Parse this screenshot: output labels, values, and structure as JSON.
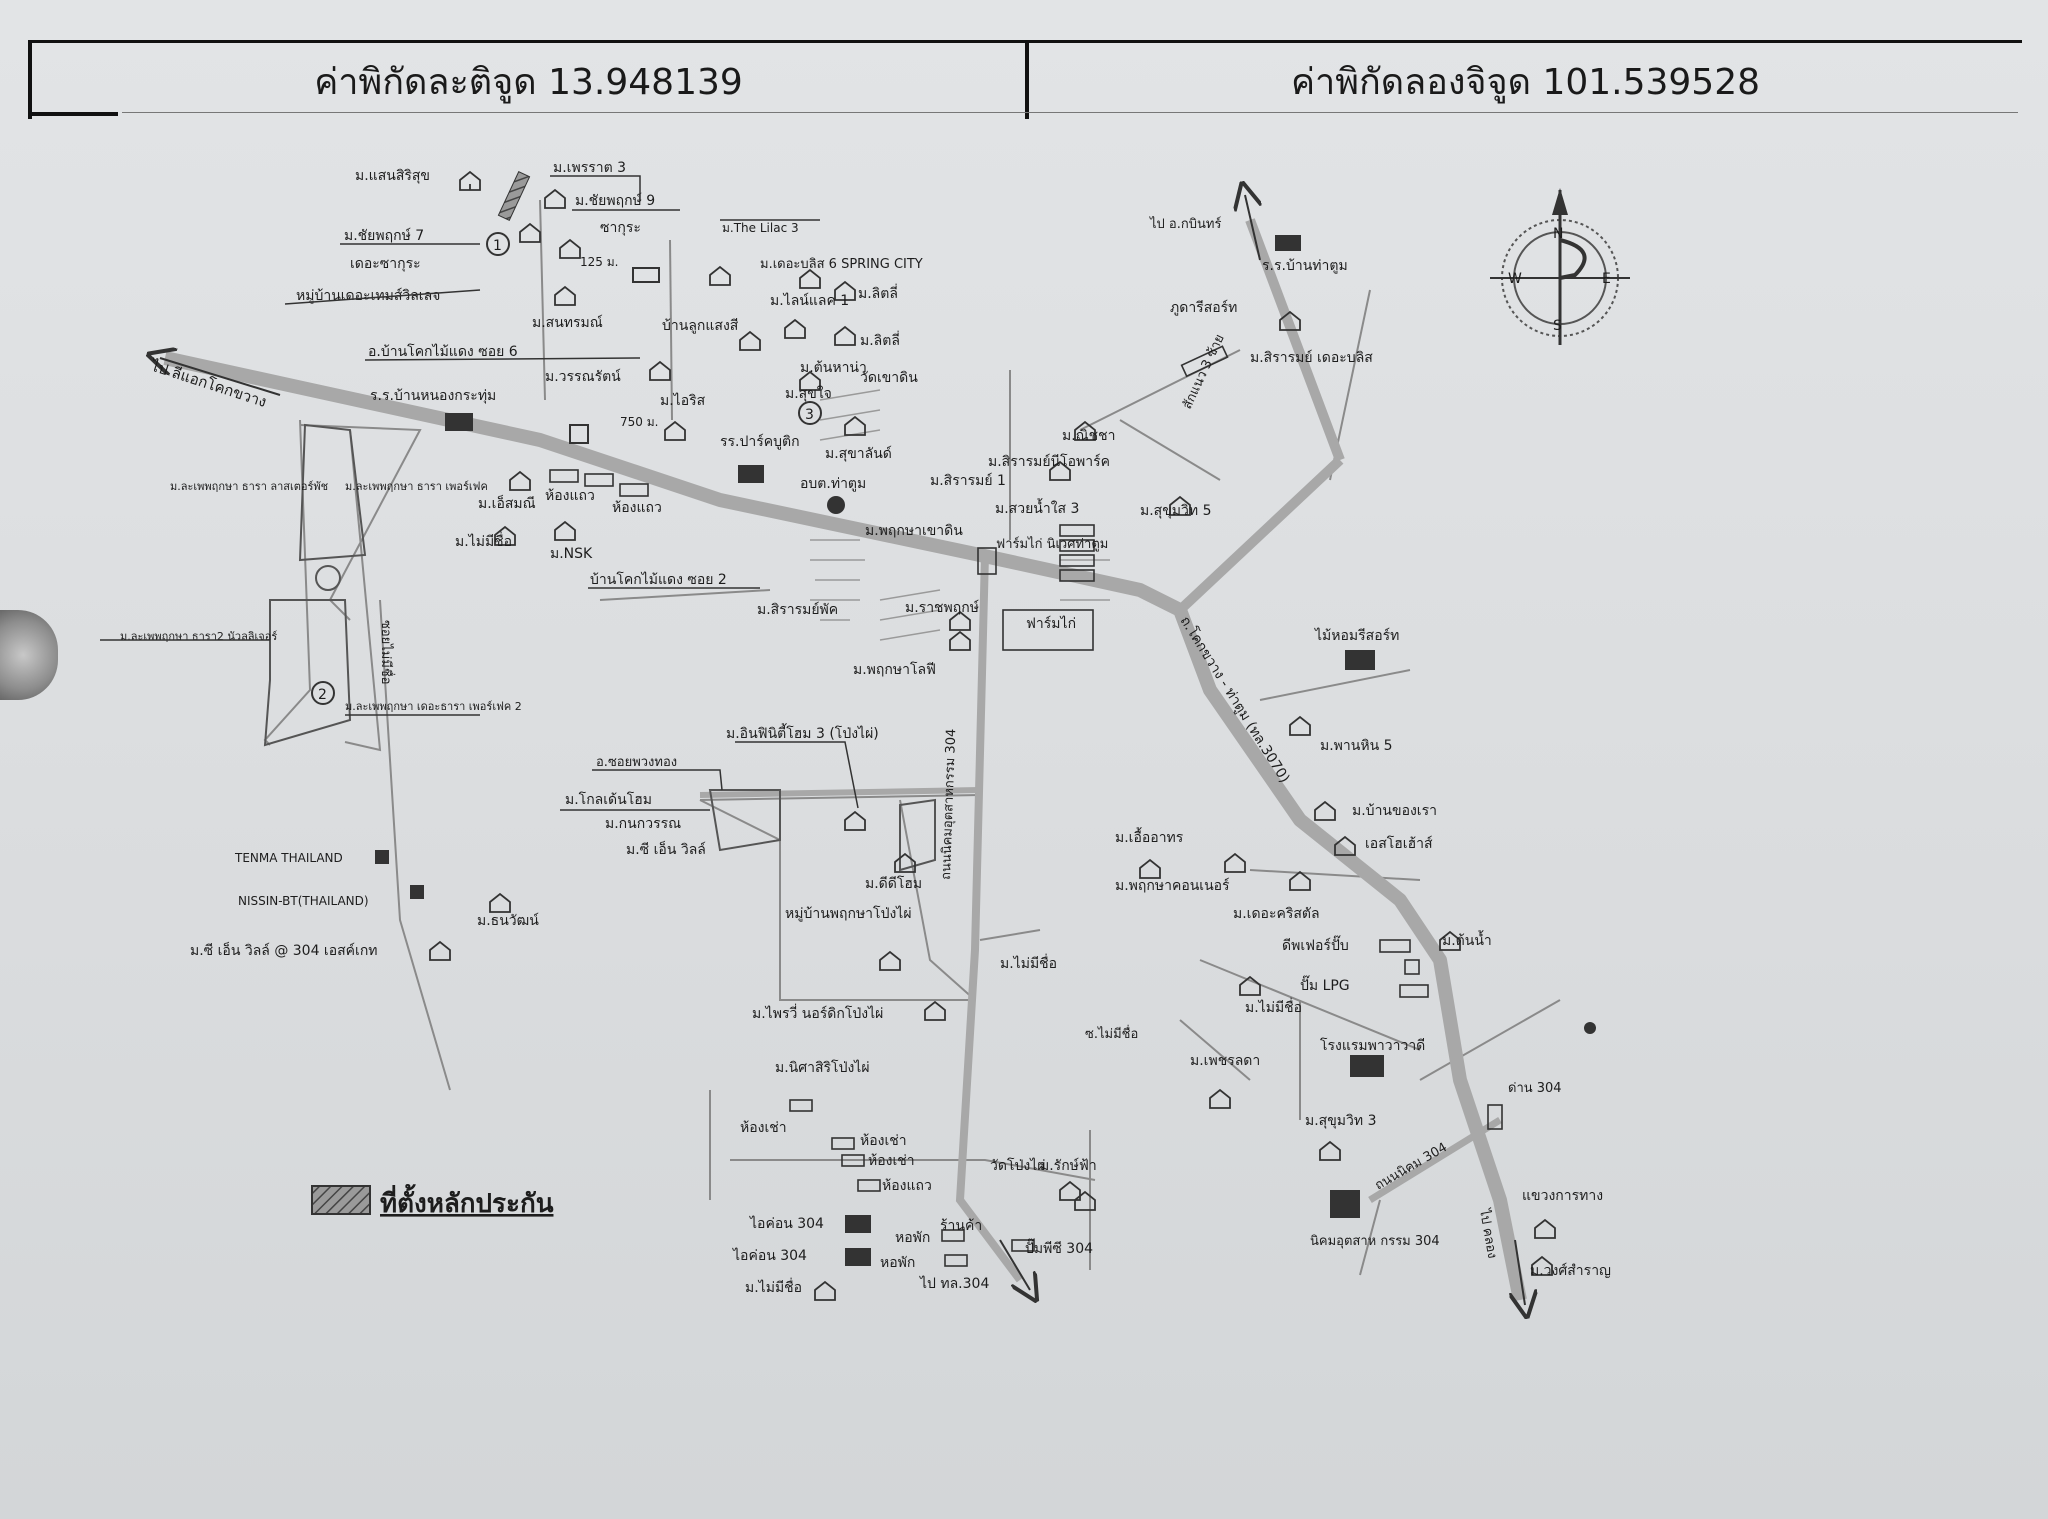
{
  "header": {
    "latitude_label": "ค่าพิกัดละติจูด 13.948139",
    "longitude_label": "ค่าพิกัดลองจิจูด 101.539528"
  },
  "compass": {
    "n": "N",
    "s": "S",
    "e": "E",
    "w": "W"
  },
  "legend": {
    "label": "ที่ตั้งหลักประกัน"
  },
  "roads": {
    "to_lat_krabang": "ไป ลีแอกโคกขวาง",
    "to_prachinburi": "ไป อ.กบินทร์",
    "to_klong": "ไป คลอง",
    "hwy_3070": "ถ.โคกขวาง - ท่าตูม (ทล.3070)",
    "road_304": "ถนนนิคมอุตสาหกรรม 304",
    "road_304_b": "ถนนนิคม 304",
    "soi_maimeechue": "ซอยไม่มีชื่อ",
    "to_tl304": "ไป ทล.304",
    "sakaew_3": "สักแนว 3 ซ้าย",
    "ban_khok_soi6": "อ.บ้านโคกไม้แดง ซอย 6",
    "ban_khok_soi2": "บ้านโคกไม้แดง ซอย 2",
    "soi_phuangthong": "อ.ซอยพวงทอง",
    "nikom_maimeechue": "ซ.ไม่มีชื่อ",
    "dist_125": "125 ม.",
    "dist_750": "750 ม."
  },
  "places": [
    "ม.แสนสิริสุข",
    "ม.เพรราต 3",
    "ม.ชัยพฤกษ์ 9",
    "ม.ชัยพฤกษ์ 7",
    "ซากุระ",
    "เดอะซากุระ",
    "หมู่บ้านเดอะเทมส์วิลเลจ",
    "ม.The Lilac 3",
    "ม.เดอะบลิส 6 SPRING CITY",
    "ม.ไลน์แลค 1",
    "ม.ลิตลี่",
    "ม.ลิตลี่",
    "ม.สนทรมณ์",
    "บ้านลูกแสงสี",
    "ม.วรรณรัตน์",
    "ม.ต้นหาน่า",
    "วัดเขาดิน",
    "ร.ร.บ้านหนองกระทุ่ม",
    "ม.ไอริส",
    "ม.สุขใจ",
    "รร.ปาร์คบูติก",
    "ม.สุขาลันด์",
    "อบต.ท่าตูม",
    "ม.สิรารมย์ 1",
    "ม.สิรารมย์นีโอพาร์ค",
    "ม.สวยน้ำใส 3",
    "ม.สุขุมวิท 5",
    "ม.พฤกษาเขาดิน",
    "ฟาร์มไก่ นิเวศท่าตูม",
    "ฟาร์มไก่",
    "ม.ราชพฤกษ์",
    "ม.สิรารมย์พัค",
    "ม.พฤกษาโลฟี",
    "ม.เอ็สมณี",
    "ห้องแถว",
    "ห้องแถว",
    "ม.ไม่มีชื่อ",
    "ม.NSK",
    "ม.ละเพพฤกษา ธารา ลาสเตอร์พัช",
    "ม.ละเพพฤกษา ธารา เพอร์เฟค",
    "ม.ละเพพฤกษา ธารา2 นัวลลิเจอร์",
    "ม.ละเพพฤกษา เดอะธารา เพอร์เฟค 2",
    "TENMA THAILAND",
    "NISSIN-BT(THAILAND)",
    "ม.ธนวัฒน์",
    "ม.ซี เอ็น วิลล์ @ 304 เอสค์เกท",
    "ม.อินฟินิตี้โฮม 3 (โป่งไผ่)",
    "ม.โกลเด้นโฮม",
    "ม.กนกวรรณ",
    "ม.ซี เอ็น วิลล์",
    "ม.ดีดีโฮม",
    "หมู่บ้านพฤกษาโป่งไผ่",
    "ม.ไม่มีชื่อ",
    "ม.ไพรวี่ นอร์ดิกโป่งไผ่",
    "ม.นิศาสิริโป่งไผ่",
    "ห้องเช่า",
    "ห้องเช่า",
    "ห้องเช่า",
    "ห้องแถว",
    "วัดโป่งไผ่",
    "ม.รักษ์ฟ้า",
    "ไอค่อน 304",
    "ไอค่อน 304",
    "หอพัก",
    "หอพัก",
    "ร้านค้า",
    "ปั๊มพีซี 304",
    "ม.ไม่มีชื่อ",
    "ร.ร.บ้านท่าตูม",
    "ภูดารีสอร์ท",
    "ม.สิรารมย์ เดอะบลิส",
    "ม.ณิชชา",
    "ไม้หอมรีสอร์ท",
    "ม.พานหิน 5",
    "ม.บ้านของเรา",
    "ม.เอื้ออาทร",
    "เอสโฮเฮ้าส์",
    "ม.พฤกษาคอนเนอร์",
    "ม.เดอะคริสตัล",
    "ดีพเฟอร์ปั๊บ",
    "ม.ต้นน้ำ",
    "ปั๊ม LPG",
    "ม.ไม่มีชื่อ",
    "โรงแรมพาวาวาดี",
    "ม.เพชรลดา",
    "ด่าน 304",
    "ม.สุขุมวิท 3",
    "นิคมอุตสาห กรรม 304",
    "แขวงการทาง",
    "ม.วงศ์สำราญ"
  ]
}
